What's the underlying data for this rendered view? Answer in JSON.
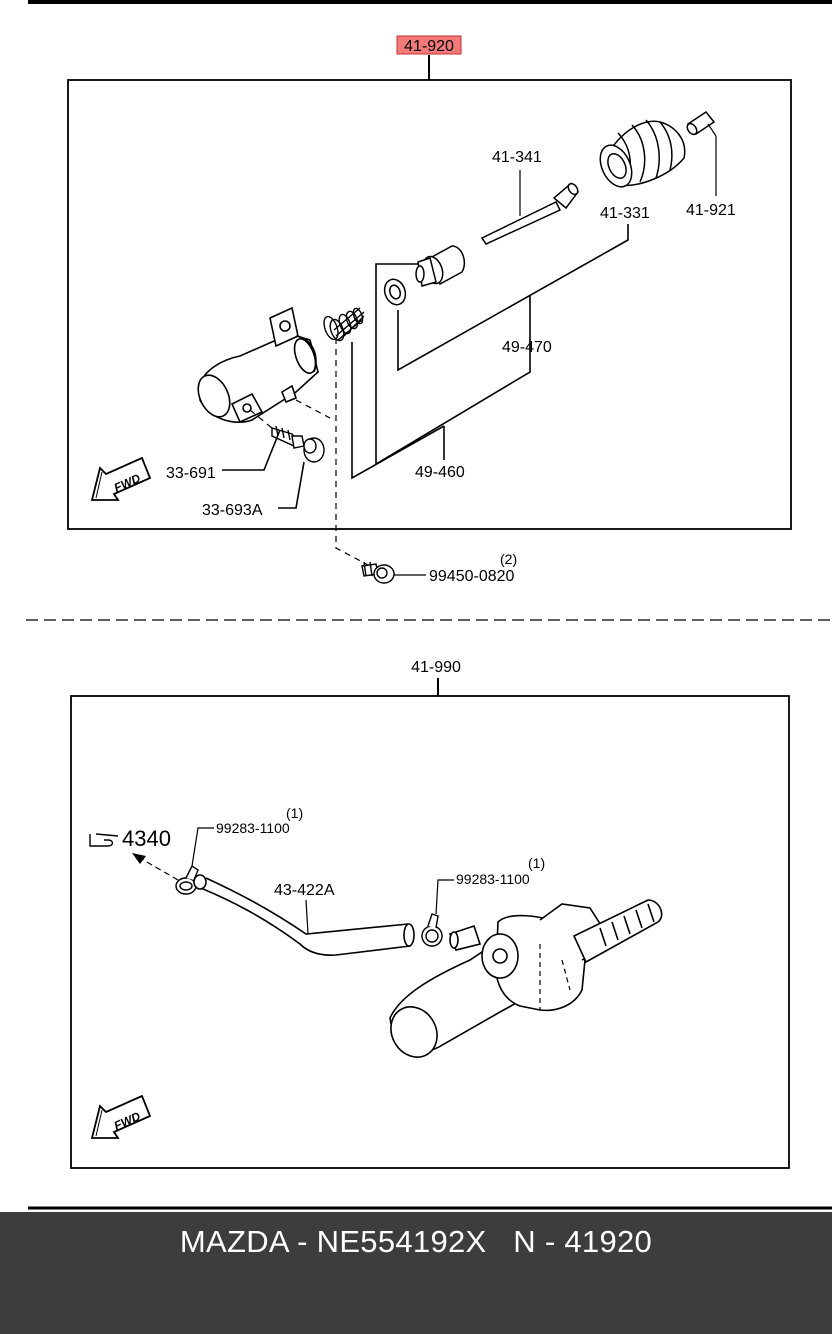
{
  "top_diagram": {
    "header_part": "41-920",
    "header_highlight_color": "#f47a7a",
    "labels": {
      "p41_341": "41-341",
      "p41_331": "41-331",
      "p41_921": "41-921",
      "p49_470": "49-470",
      "p49_460": "49-460",
      "p33_691": "33-691",
      "p33_693A": "33-693A",
      "p99450": "99450-0820",
      "p99450_qty": "(2)"
    },
    "fwd_text": "FWD"
  },
  "bottom_diagram": {
    "header_part": "41-990",
    "labels": {
      "ref_4340": "4340",
      "clip_left": "99283-1100",
      "clip_left_qty": "(1)",
      "hose": "43-422A",
      "clip_right": "99283-1100",
      "clip_right_qty": "(1)"
    },
    "fwd_text": "FWD"
  },
  "footer": {
    "title": "MAZDA - NE554192X   N - 41920",
    "background": "#3d3d3d"
  }
}
